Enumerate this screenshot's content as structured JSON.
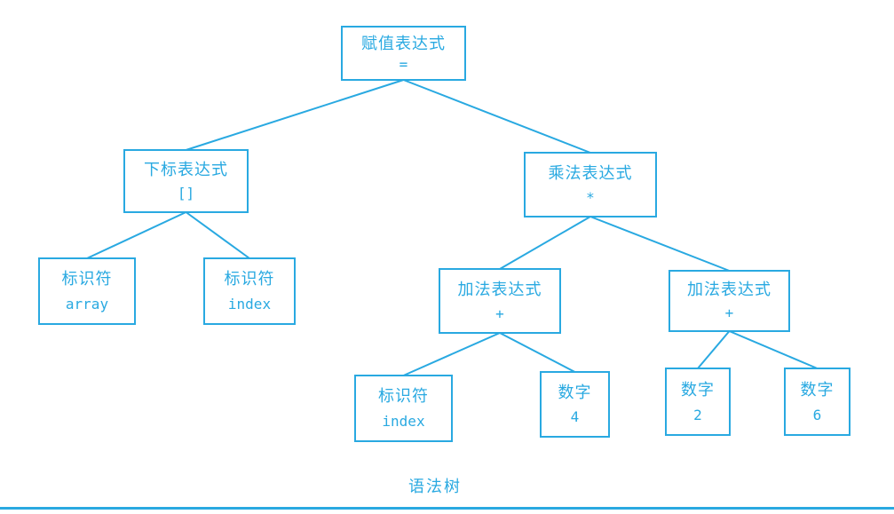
{
  "colors": {
    "accent": "#29A9E1",
    "background": "#FFFFFF"
  },
  "diagram": {
    "caption": "语法树",
    "nodes": [
      {
        "id": "assign",
        "label": "赋值表达式",
        "sub": "="
      },
      {
        "id": "subscript",
        "label": "下标表达式",
        "sub": "[]"
      },
      {
        "id": "identifier-array",
        "label": "标识符",
        "sub": "array"
      },
      {
        "id": "identifier-index",
        "label": "标识符",
        "sub": "index"
      },
      {
        "id": "multiply",
        "label": "乘法表达式",
        "sub": "*"
      },
      {
        "id": "add-left",
        "label": "加法表达式",
        "sub": "+"
      },
      {
        "id": "add-right",
        "label": "加法表达式",
        "sub": "+"
      },
      {
        "id": "identifier-index-2",
        "label": "标识符",
        "sub": "index"
      },
      {
        "id": "number-4",
        "label": "数字",
        "sub": "4"
      },
      {
        "id": "number-2",
        "label": "数字",
        "sub": "2"
      },
      {
        "id": "number-6",
        "label": "数字",
        "sub": "6"
      }
    ],
    "edges": [
      [
        "assign",
        "subscript"
      ],
      [
        "assign",
        "multiply"
      ],
      [
        "subscript",
        "identifier-array"
      ],
      [
        "subscript",
        "identifier-index"
      ],
      [
        "multiply",
        "add-left"
      ],
      [
        "multiply",
        "add-right"
      ],
      [
        "add-left",
        "identifier-index-2"
      ],
      [
        "add-left",
        "number-4"
      ],
      [
        "add-right",
        "number-2"
      ],
      [
        "add-right",
        "number-6"
      ]
    ]
  }
}
